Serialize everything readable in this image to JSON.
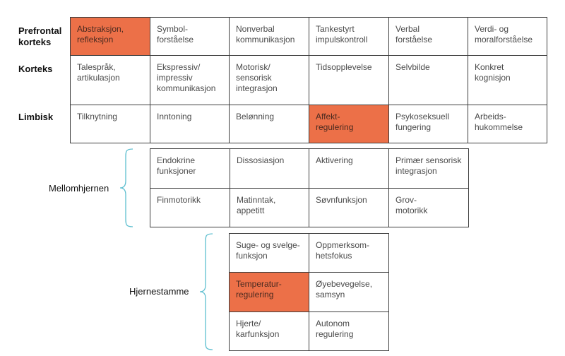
{
  "colors": {
    "highlight": "#ec7048",
    "brace": "#5fbfd0",
    "border": "#3d3d3d"
  },
  "top_section": {
    "rows": [
      {
        "label": "Prefrontal\nkorteks",
        "cells": [
          {
            "text": "Abstraksjon,\nrefleksjon",
            "highlighted": true
          },
          {
            "text": "Symbol-\nforståelse",
            "highlighted": false
          },
          {
            "text": "Nonverbal\nkommunikasjon",
            "highlighted": false
          },
          {
            "text": "Tankestyrt\nimpulskontroll",
            "highlighted": false
          },
          {
            "text": "Verbal\nforståelse",
            "highlighted": false
          },
          {
            "text": "Verdi- og\nmoralforståelse",
            "highlighted": false
          }
        ]
      },
      {
        "label": "Korteks",
        "cells": [
          {
            "text": "Talespråk,\nartikulasjon",
            "highlighted": false
          },
          {
            "text": "Ekspressiv/\nimpressiv\nkommunikasjon",
            "highlighted": false
          },
          {
            "text": "Motorisk/\nsensorisk\nintegrasjon",
            "highlighted": false
          },
          {
            "text": "Tidsopplevelse",
            "highlighted": false
          },
          {
            "text": "Selvbilde",
            "highlighted": false
          },
          {
            "text": "Konkret\nkognisjon",
            "highlighted": false
          }
        ]
      },
      {
        "label": "Limbisk",
        "cells": [
          {
            "text": "Tilknytning",
            "highlighted": false
          },
          {
            "text": "Inntoning",
            "highlighted": false
          },
          {
            "text": "Belønning",
            "highlighted": false
          },
          {
            "text": "Affekt-\nregulering",
            "highlighted": true
          },
          {
            "text": "Psykoseksuell\nfungering",
            "highlighted": false
          },
          {
            "text": "Arbeids-\nhukommelse",
            "highlighted": false
          }
        ]
      }
    ]
  },
  "mellomhjernen": {
    "label": "Mellomhjernen",
    "rows": [
      [
        {
          "text": "Endokrine\nfunksjoner",
          "highlighted": false
        },
        {
          "text": "Dissosiasjon",
          "highlighted": false
        },
        {
          "text": "Aktivering",
          "highlighted": false
        },
        {
          "text": "Primær sensorisk\nintegrasjon",
          "highlighted": false
        }
      ],
      [
        {
          "text": "Finmotorikk",
          "highlighted": false
        },
        {
          "text": "Matinntak,\nappetitt",
          "highlighted": false
        },
        {
          "text": "Søvnfunksjon",
          "highlighted": false
        },
        {
          "text": "Grov-\nmotorikk",
          "highlighted": false
        }
      ]
    ]
  },
  "hjernestamme": {
    "label": "Hjernestamme",
    "rows": [
      [
        {
          "text": "Suge- og svelge-\nfunksjon",
          "highlighted": false
        },
        {
          "text": "Oppmerksom-\nhetsfokus",
          "highlighted": false
        }
      ],
      [
        {
          "text": "Temperatur-\nregulering",
          "highlighted": true
        },
        {
          "text": "Øyebevegelse,\nsamsyn",
          "highlighted": false
        }
      ],
      [
        {
          "text": "Hjerte/\nkarfunksjon",
          "highlighted": false
        },
        {
          "text": "Autonom\nregulering",
          "highlighted": false
        }
      ]
    ]
  }
}
